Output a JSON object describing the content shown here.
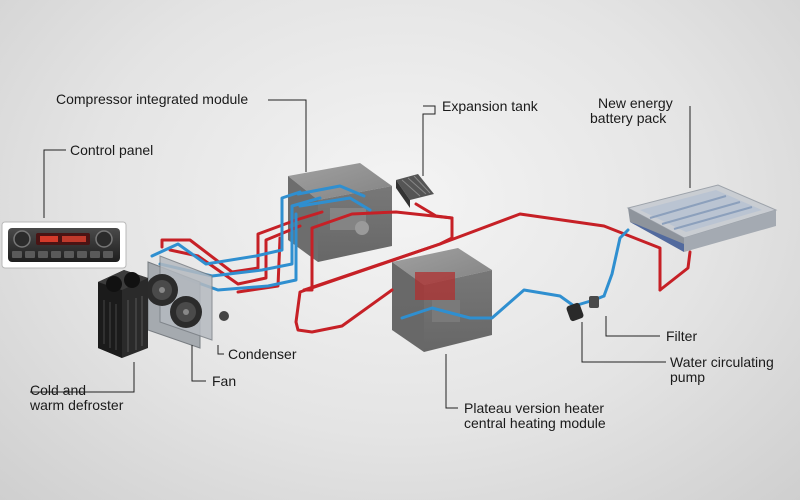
{
  "labels": {
    "compressor_module": "Compressor integrated module",
    "expansion_tank": "Expansion tank",
    "battery_pack_line1": "New energy",
    "battery_pack_line2": "battery pack",
    "control_panel": "Control panel",
    "condenser": "Condenser",
    "fan": "Fan",
    "defroster_line1": "Cold and",
    "defroster_line2": "warm defroster",
    "filter": "Filter",
    "pump_line1": "Water circulating",
    "pump_line2": "pump",
    "heater_line1": "Plateau version heater",
    "heater_line2": "central heating module"
  },
  "colors": {
    "hot_pipe": "#c62026",
    "cold_pipe": "#2f8fd0",
    "leader_line": "#222222",
    "module_box": "#6e6e6e"
  }
}
